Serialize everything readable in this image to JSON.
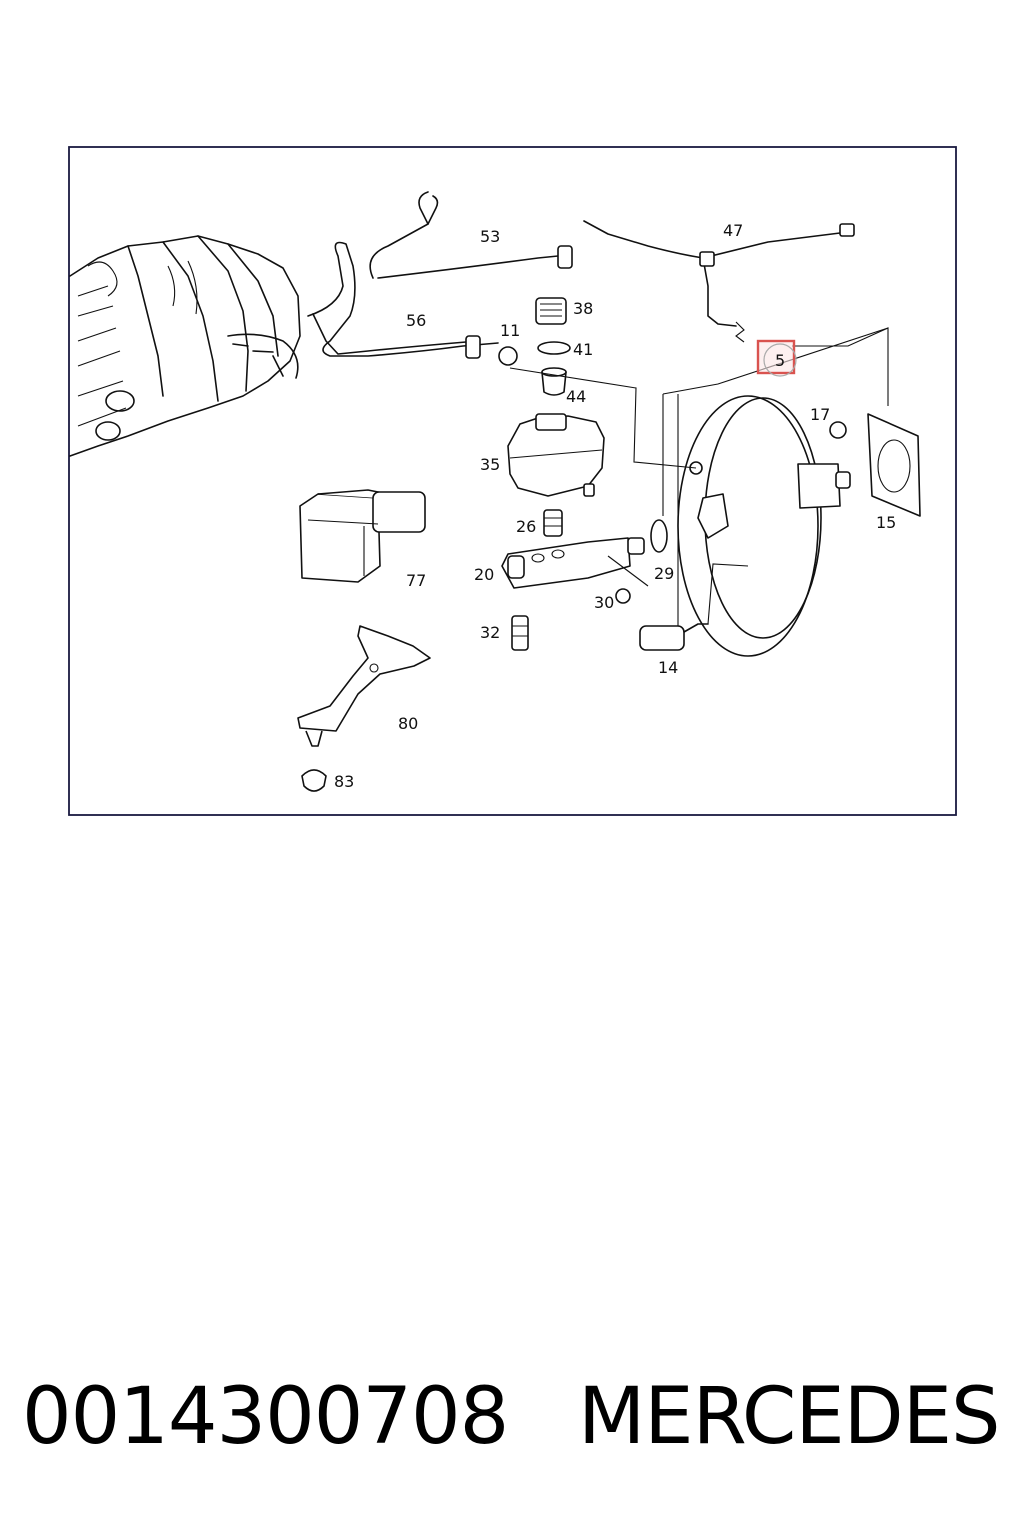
{
  "diagram": {
    "callouts": [
      {
        "id": "c53",
        "text": "53"
      },
      {
        "id": "c47",
        "text": "47"
      },
      {
        "id": "c56",
        "text": "56"
      },
      {
        "id": "c11",
        "text": "11"
      },
      {
        "id": "c38",
        "text": "38"
      },
      {
        "id": "c41",
        "text": "41"
      },
      {
        "id": "c5",
        "text": "5"
      },
      {
        "id": "c44",
        "text": "44"
      },
      {
        "id": "c17",
        "text": "17"
      },
      {
        "id": "c35",
        "text": "35"
      },
      {
        "id": "c15",
        "text": "15"
      },
      {
        "id": "c26",
        "text": "26"
      },
      {
        "id": "c77",
        "text": "77"
      },
      {
        "id": "c20",
        "text": "20"
      },
      {
        "id": "c29",
        "text": "29"
      },
      {
        "id": "c30",
        "text": "30"
      },
      {
        "id": "c32",
        "text": "32"
      },
      {
        "id": "c14",
        "text": "14"
      },
      {
        "id": "c80",
        "text": "80"
      },
      {
        "id": "c83",
        "text": "83"
      }
    ],
    "highlighted_callout": "5",
    "highlight_color": "#d9534f"
  },
  "caption": {
    "part_number": "0014300708",
    "brand": "MERCEDES"
  }
}
